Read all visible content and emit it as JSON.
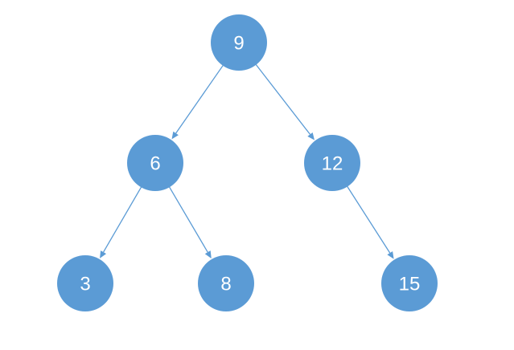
{
  "diagram": {
    "type": "binary-tree",
    "colors": {
      "node_fill": "#5b9bd5",
      "node_text": "#ffffff",
      "edge": "#5b9bd5",
      "background": "#ffffff"
    },
    "nodes": [
      {
        "id": "n9",
        "label": "9"
      },
      {
        "id": "n6",
        "label": "6"
      },
      {
        "id": "n12",
        "label": "12"
      },
      {
        "id": "n3",
        "label": "3"
      },
      {
        "id": "n8",
        "label": "8"
      },
      {
        "id": "n15",
        "label": "15"
      }
    ],
    "edges": [
      {
        "from": "n9",
        "to": "n6"
      },
      {
        "from": "n9",
        "to": "n12"
      },
      {
        "from": "n6",
        "to": "n3"
      },
      {
        "from": "n6",
        "to": "n8"
      },
      {
        "from": "n12",
        "to": "n15"
      }
    ]
  }
}
